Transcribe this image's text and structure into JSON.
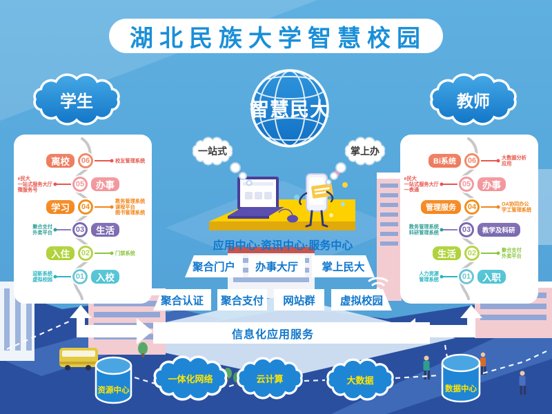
{
  "title": "湖北民族大学智慧校园",
  "clouds": {
    "student": "学生",
    "teacher": "教师"
  },
  "globe": {
    "label": "智慧民大"
  },
  "bubbles": {
    "left": "一站式",
    "right": "掌上办"
  },
  "center_caption": "应用中心·资讯中心·服务中心",
  "buttons_row1": [
    "聚合门户",
    "办事大厅",
    "掌上民大"
  ],
  "buttons_row2": [
    "聚合认证",
    "聚合支付",
    "网站群",
    "虚拟校园"
  ],
  "service_bar": "信息化应用服务",
  "bottom_clouds": [
    "一体化网络",
    "云计算",
    "大数据"
  ],
  "cylinders": {
    "left": "资源中心",
    "right": "数据中心"
  },
  "colors": {
    "sky": "#55a6da",
    "title_blue": "#1a8fd8",
    "button_blue": "#1177cc",
    "cloud_blue": "#1f86d6",
    "yellow_label": "#ffe600",
    "row_colors": [
      "#ee7a5c",
      "#f2959b",
      "#f5871d",
      "#7b68b0",
      "#aed136",
      "#4fc3d4"
    ]
  },
  "panels": [
    {
      "id": "student",
      "rows": [
        {
          "num": "06",
          "badge": "离校",
          "badge_side": "left",
          "color": "#ee7a5c",
          "ring": "#ef8a6c",
          "note_lines": [
            "校友管理系统"
          ],
          "note_side": "right",
          "note_color": "#e5574d"
        },
        {
          "num": "05",
          "badge": "办事",
          "badge_side": "right",
          "color": "#f2959b",
          "ring": "#f29aa0",
          "note_lines": [
            "e民大",
            "一站式服务大厅",
            "微服务号"
          ],
          "note_side": "left",
          "note_color": "#e5574d"
        },
        {
          "num": "04",
          "badge": "学习",
          "badge_side": "left",
          "color": "#f5871d",
          "ring": "#f0901f",
          "note_lines": [
            "教务管理系统",
            "课程平台",
            "图书管理系统"
          ],
          "note_side": "right",
          "note_color": "#f08519"
        },
        {
          "num": "03",
          "badge": "生活",
          "badge_side": "right",
          "color": "#7b68b0",
          "ring": "#7b68b0",
          "note_lines": [
            "聚合支付",
            "外卖平台"
          ],
          "note_side": "left",
          "note_color": "#2f9e96",
          "line_color": "#8a7cc0"
        },
        {
          "num": "02",
          "badge": "入住",
          "badge_side": "left",
          "color": "#aed136",
          "ring": "#b5d44a",
          "note_lines": [
            "门禁系统"
          ],
          "note_side": "right",
          "note_color": "#8bc63f"
        },
        {
          "num": "01",
          "badge": "入校",
          "badge_side": "right",
          "color": "#4fc3d4",
          "ring": "#6cc6d4",
          "note_lines": [
            "迎新系统",
            "虚拟校园"
          ],
          "note_side": "left",
          "note_color": "#2ab5c0"
        }
      ]
    },
    {
      "id": "teacher",
      "rows": [
        {
          "num": "06",
          "badge": "Bi系统",
          "badge_side": "left",
          "color": "#ee7a5c",
          "ring": "#ef8a6c",
          "note_lines": [
            "大数据分析",
            "应用"
          ],
          "note_side": "right",
          "note_color": "#e5574d"
        },
        {
          "num": "05",
          "badge": "办事",
          "badge_side": "right",
          "color": "#f2959b",
          "ring": "#f29aa0",
          "note_lines": [
            "e民大",
            "一站式服务大厅",
            "一表通"
          ],
          "note_side": "left",
          "note_color": "#e5574d"
        },
        {
          "num": "04",
          "badge": "管理服务",
          "badge_side": "left",
          "color": "#f5871d",
          "ring": "#f0901f",
          "note_lines": [
            "OA协同办公",
            "学工管理系统"
          ],
          "note_side": "right",
          "note_color": "#f08519"
        },
        {
          "num": "03",
          "badge": "教学及科研",
          "badge_side": "right",
          "color": "#7b68b0",
          "ring": "#7b68b0",
          "note_lines": [
            "教务管理系统",
            "科研管理系统"
          ],
          "note_side": "left",
          "note_color": "#2f9e96",
          "line_color": "#8a7cc0"
        },
        {
          "num": "02",
          "badge": "生活",
          "badge_side": "left",
          "color": "#aed136",
          "ring": "#b5d44a",
          "note_lines": [
            "聚合支付",
            "外卖平台"
          ],
          "note_side": "right",
          "note_color": "#8bc63f"
        },
        {
          "num": "01",
          "badge": "入职",
          "badge_side": "right",
          "color": "#4fc3d4",
          "ring": "#6cc6d4",
          "note_lines": [
            "人力资源",
            "管理系统"
          ],
          "note_side": "left",
          "note_color": "#2ab5c0"
        }
      ]
    }
  ]
}
